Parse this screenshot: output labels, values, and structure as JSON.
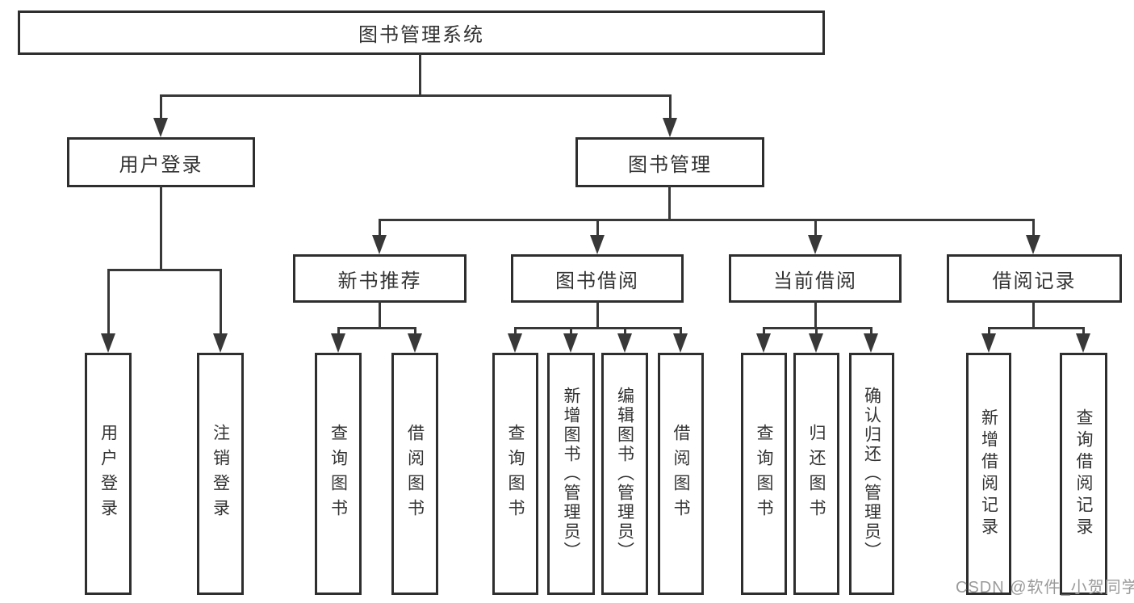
{
  "diagram": {
    "root": "图书管理系统",
    "level1": {
      "user_login": "用户登录",
      "book_mgmt": "图书管理"
    },
    "level2": {
      "new_book_rec": "新书推荐",
      "book_borrow": "图书借阅",
      "current_borrow": "当前借阅",
      "borrow_record": "借阅记录"
    },
    "level3": {
      "user_login": "用户登录",
      "logout": "注销登录",
      "query_book_rec": "查询图书",
      "borrow_book_rec": "借阅图书",
      "query_book_borrow": "查询图书",
      "add_book_admin": "新增图书（管理员）",
      "edit_book_admin": "编辑图书（管理员）",
      "borrow_book_borrow": "借阅图书",
      "query_book_current": "查询图书",
      "return_book": "归还图书",
      "confirm_return_admin": "确认归还（管理员）",
      "add_borrow_record": "新增借阅记录",
      "query_borrow_record": "查询借阅记录"
    },
    "colors": {
      "line": "#383838",
      "border": "#2e2e2e",
      "text": "#333333",
      "watermark": "#9b9b9b",
      "background": "#ffffff"
    }
  },
  "watermark": {
    "text": "CSDN @软件_小贺同学"
  }
}
